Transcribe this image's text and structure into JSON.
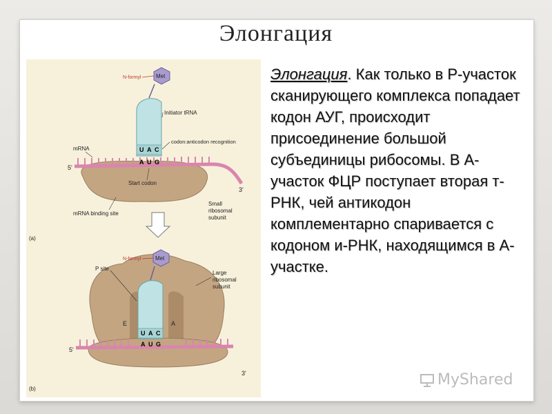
{
  "title": "Элонгация",
  "figure": {
    "labels": {
      "met_top": "Met",
      "nformyl_top": "N-formyl",
      "initiator_trna": "Initiator tRNA",
      "codon_anticodon": "codon:anticodon recognition",
      "mrna": "mRNA",
      "five_prime_top": "5'",
      "three_prime_top": "3'",
      "anticodon_top": [
        "U",
        "A",
        "C"
      ],
      "codon_top": [
        "A",
        "U",
        "G"
      ],
      "start_codon": "Start codon",
      "small_subunit": "Small\nribosomal\nsubunit",
      "binding_site": "mRNA binding site",
      "panel_a": "(a)",
      "met_bottom": "Met",
      "nformyl_bottom": "N-formyl",
      "p_site": "P site",
      "large_subunit": "Large\nribosomal\nsubunit",
      "e_site": "E",
      "a_site": "A",
      "anticodon_bottom": [
        "U",
        "A",
        "C"
      ],
      "codon_bottom": [
        "A",
        "U",
        "G"
      ],
      "five_prime_bottom": "5'",
      "three_prime_bottom": "3'",
      "panel_b": "(b)"
    }
  },
  "text": {
    "heading": "Элонгация",
    "heading_dot": ".",
    "body": " Как только в Р-участок сканирующего комплекса попадает кодон АУГ, происходит присоединение большой субъединицы рибосомы. В А-участок ФЦР поступает вторая т-РНК, чей антикодон комплементарно спаривается с кодоном и-РНК, находящимся в А-участке."
  },
  "watermark": "MyShared",
  "colors": {
    "ribosome": "#c4a582",
    "trna": "#bfe3e4",
    "mrna": "#e7a3c4",
    "met": "#a89ccf",
    "figure_bg": "#f7f1dc"
  }
}
